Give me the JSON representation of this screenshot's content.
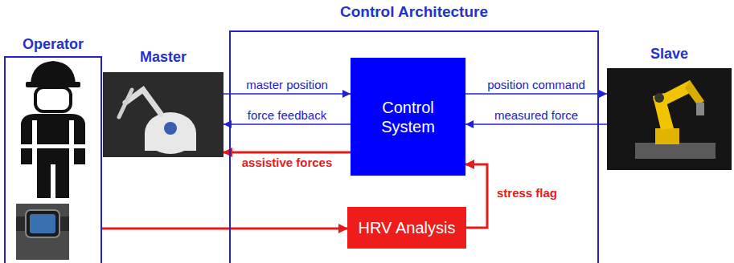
{
  "diagram": {
    "title": "Control Architecture",
    "nodes": [
      {
        "text": [
          "Operator"
        ]
      },
      {
        "text": [
          "Master"
        ]
      },
      {
        "text": [
          "Control Architecture"
        ]
      },
      {
        "text": [
          "Control System"
        ],
        "in": 2
      },
      {
        "text": [
          "HRV Analysis"
        ],
        "in": 2
      },
      {
        "text": [
          "Slave"
        ]
      }
    ],
    "edges": [
      {
        "from": 1,
        "to": 3,
        "label": "master position",
        "arrow": "to"
      },
      {
        "from": 3,
        "to": 1,
        "label": "force feedback",
        "arrow": "to"
      },
      {
        "from": 3,
        "to": 1,
        "label": "assistive forces",
        "arrow": "to"
      },
      {
        "from": 3,
        "to": 5,
        "label": "position command",
        "arrow": "to"
      },
      {
        "from": 5,
        "to": 3,
        "label": "measured force",
        "arrow": "to"
      },
      {
        "from": 0,
        "to": 4,
        "arrow": "to"
      },
      {
        "from": 4,
        "to": 3,
        "label": "stress flag",
        "arrow": "to"
      }
    ]
  }
}
